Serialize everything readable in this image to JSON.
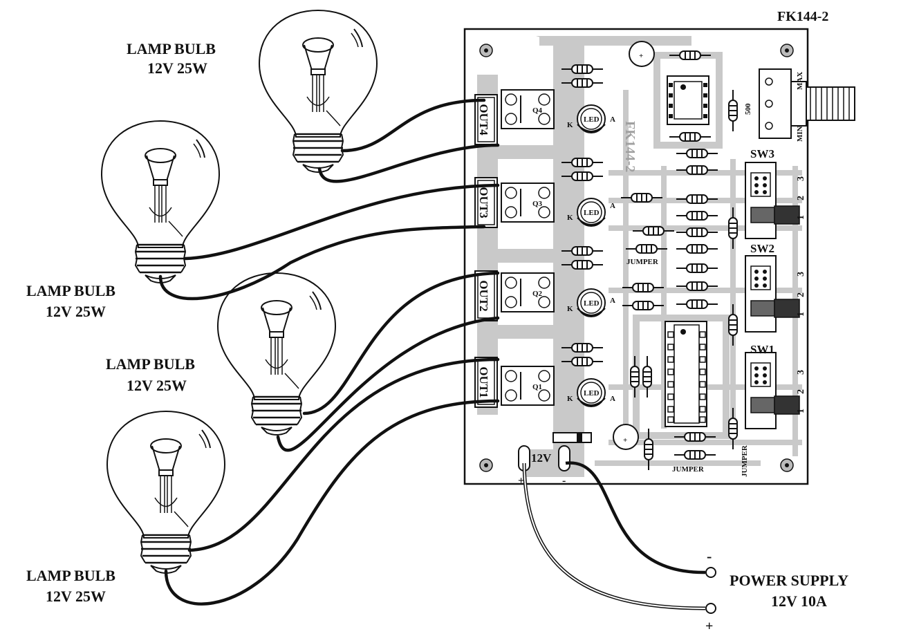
{
  "title": "FK144-2",
  "board": {
    "silkscreen": "FK144-2",
    "outputs": [
      "OUT4",
      "OUT3",
      "OUT2",
      "OUT1"
    ],
    "transistors": [
      "Q4",
      "Q3",
      "Q2",
      "Q1"
    ],
    "led_label": "LED",
    "led_k": "K",
    "led_a": "A",
    "switches": [
      "SW3",
      "SW2",
      "SW1"
    ],
    "switch_pins": [
      "1",
      "2",
      "3"
    ],
    "pot_max": "MAX",
    "pot_min": "MIN",
    "pot_value": "500",
    "jumper": "JUMPER",
    "power_label": "12V",
    "plus": "+",
    "minus": "-"
  },
  "lamps": [
    {
      "name": "LAMP BULB",
      "rating": "12V 25W"
    },
    {
      "name": "LAMP BULB",
      "rating": "12V 25W"
    },
    {
      "name": "LAMP BULB",
      "rating": "12V 25W"
    },
    {
      "name": "LAMP BULB",
      "rating": "12V 25W"
    }
  ],
  "power_supply": {
    "line1": "POWER SUPPLY",
    "line2": "12V 10A",
    "minus": "-",
    "plus": "+"
  }
}
